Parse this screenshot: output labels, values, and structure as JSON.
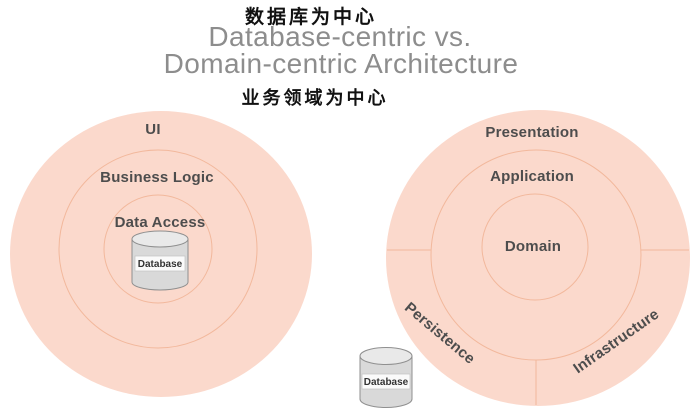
{
  "header": {
    "annotation_top": "数据库为中心",
    "title_line1": "Database-centric vs.",
    "title_line2": "Domain-centric Architecture",
    "annotation_bottom": "业务领域为中心"
  },
  "left_diagram": {
    "layers": {
      "outer": "UI",
      "middle": "Business Logic",
      "inner": "Data Access"
    },
    "database_label": "Database"
  },
  "right_diagram": {
    "layers": {
      "outer_top": "Presentation",
      "middle": "Application",
      "inner": "Domain",
      "outer_bottom_left": "Persistence",
      "outer_bottom_right": "Infrastructure"
    },
    "database_label": "Database"
  },
  "colors": {
    "circle_fill": "#fbd9cc",
    "ring_stroke": "#f2b89c",
    "layer_label_text": "#4d4d4d",
    "title_text": "#8d8d8d",
    "annotation_text": "#111111",
    "cylinder_fill": "#d9d9d9",
    "cylinder_top_fill": "#e9e9e9",
    "cylinder_stroke": "#8f8f8f",
    "db_label_bg": "#fafafa",
    "db_label_border": "#c4c4c4",
    "db_label_text": "#333333"
  }
}
